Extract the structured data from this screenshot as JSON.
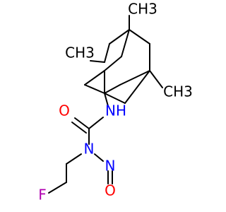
{
  "molecule": {
    "atom_colors": {
      "C": "#000000",
      "N": "#0000ff",
      "O": "#ff0000",
      "F": "#b000b0"
    },
    "labels": {
      "methyl_top": "CH3",
      "methyl_left": "CH3",
      "methyl_right": "CH3",
      "amine_nh": "NH",
      "carbonyl_o": "O",
      "urea_n": "N",
      "nitroso_n": "N",
      "nitroso_o": "O",
      "fluorine": "F"
    }
  }
}
